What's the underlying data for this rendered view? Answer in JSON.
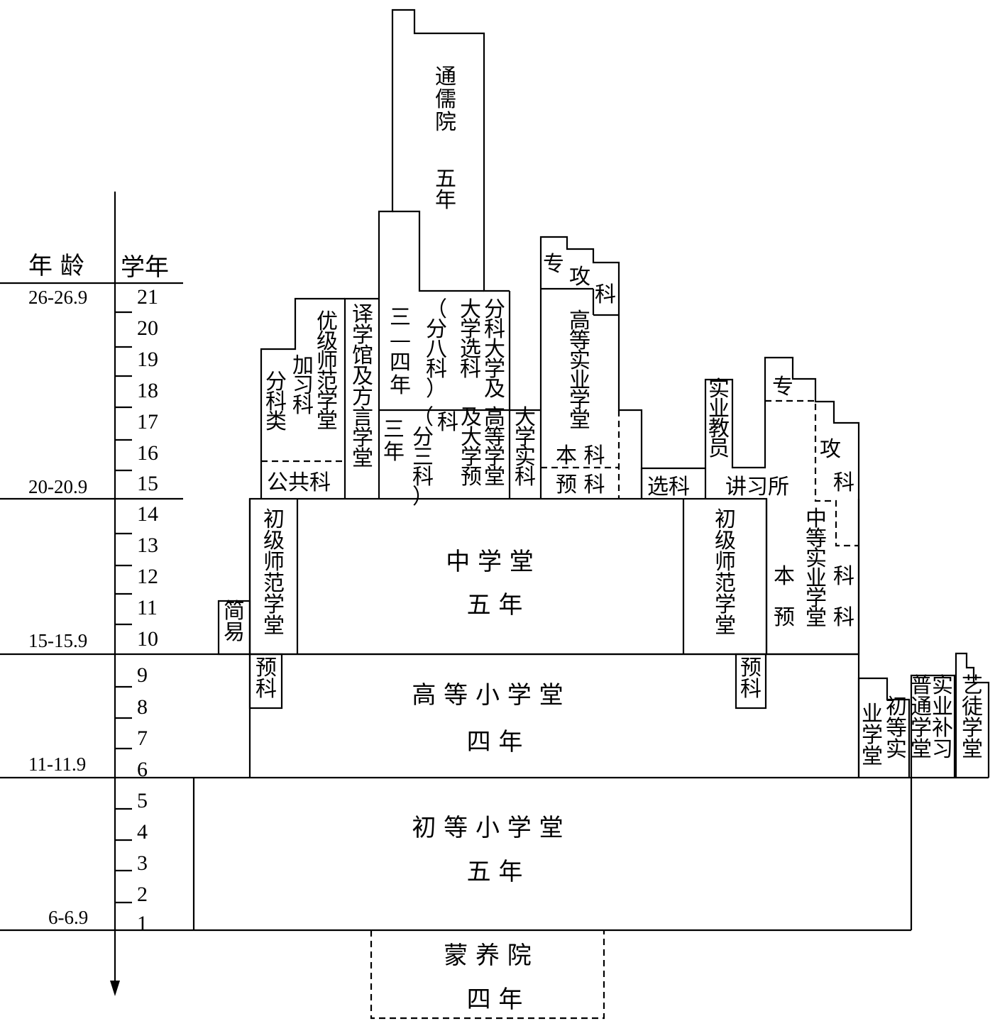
{
  "header": {
    "age": "年 龄",
    "year": "学年"
  },
  "ages": [
    "26-26.9",
    "20-20.9",
    "15-15.9",
    "11-11.9",
    "6-6.9"
  ],
  "years": [
    "21",
    "20",
    "19",
    "18",
    "17",
    "16",
    "15",
    "14",
    "13",
    "12",
    "11",
    "10",
    "9",
    "8",
    "7",
    "6",
    "5",
    "4",
    "3",
    "2",
    "1"
  ],
  "labels": {
    "tongru": "通儒院",
    "tongru_years": "五年",
    "fenke_daxue_col1": "分科大学及",
    "fenke_daxue_col2": "大学选科",
    "fenke_daxue_col3": "（分八科）",
    "fenke_daxue_col4": "三—四年",
    "gaodeng_col1": "高等学堂",
    "gaodeng_col2": "及大学预",
    "gaodeng_col3": "科",
    "gaodeng_col4": "（分三科）",
    "gaodeng_col5": "三年",
    "daxue_shike": "大学实科",
    "yixue": "译学馆及方言学堂",
    "youji_col1": "优级师范学堂",
    "youji_col2": "加习科",
    "youji_col3": "分科类",
    "gonggong": "公共科",
    "zhuangong1_a": "专",
    "zhuangong1_b": "攻",
    "zhuangong1_c": "科",
    "gaodeng_shiye": "高等实业学堂",
    "benke1": "本 科",
    "yuke1": "预 科",
    "xuanke": "选科",
    "shiye_jiaoyuan": "实业教员",
    "jiangxisuo": "讲习所",
    "zhuangong2_a": "专",
    "zhuangong2_b": "攻",
    "zhuangong2_c": "科",
    "zhongdeng_shiye": "中等实业学堂",
    "ben2": "本",
    "yu2": "预",
    "ke2a": "科",
    "ke2b": "科",
    "zhongxue": "中 学 堂",
    "zhongxue_years": "五 年",
    "chuji_shifan_left": "初级师范学堂",
    "chuji_shifan_right": "初级师范学堂",
    "jianyi": "简易",
    "yuke_left": "预科",
    "yuke_right": "预科",
    "gaodeng_xiaoxue": "高 等 小 学 堂",
    "gaodeng_xiaoxue_years": "四 年",
    "chudeng_shiye_col1": "初等实",
    "chudeng_shiye_col2": "业学堂",
    "shiye_buxi_col1": "实业补习",
    "shiye_buxi_col2": "普通学堂",
    "yitu": "艺徒学堂",
    "chudeng_xiaoxue": "初 等 小 学 堂",
    "chudeng_xiaoxue_years": "五 年",
    "mengyang": "蒙 养 院",
    "mengyang_years": "四 年"
  }
}
